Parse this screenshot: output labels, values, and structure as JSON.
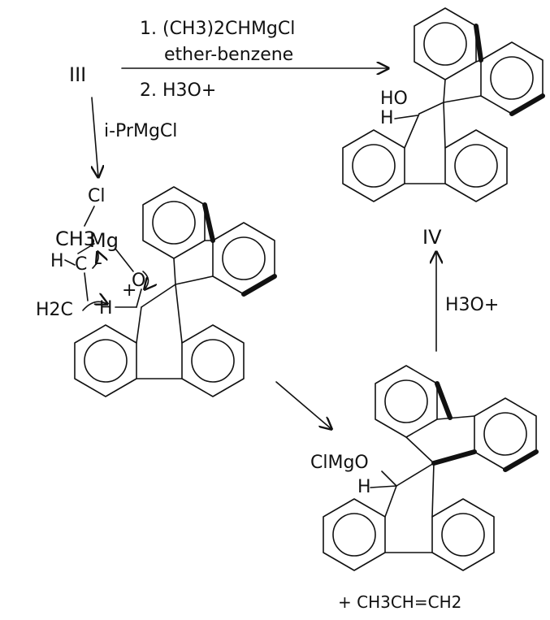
{
  "reagents_top": {
    "line1": "1. (CH3)2CHMgCl",
    "line2": "ether-benzene",
    "line3": "2. H3O+"
  },
  "compound_iii": "III",
  "reagent_left": "i-PrMgCl",
  "compound_iv": "IV",
  "reagent_right": "H3O+",
  "intermediate_labels": {
    "cl": "Cl",
    "mg": "Mg",
    "ch3": "CH3",
    "h_c": "H",
    "c": "C",
    "o_plus": "+",
    "o": "O",
    "h2c": "H2C",
    "h": "H",
    "minus": "-"
  },
  "product_iv_labels": {
    "ho": "HO",
    "h": "H"
  },
  "alkoxide_labels": {
    "clmgo": "ClMgO",
    "h": "H"
  },
  "byproduct": "+ CH3CH=CH2",
  "colors": {
    "ink": "#111111",
    "background": "#ffffff"
  }
}
